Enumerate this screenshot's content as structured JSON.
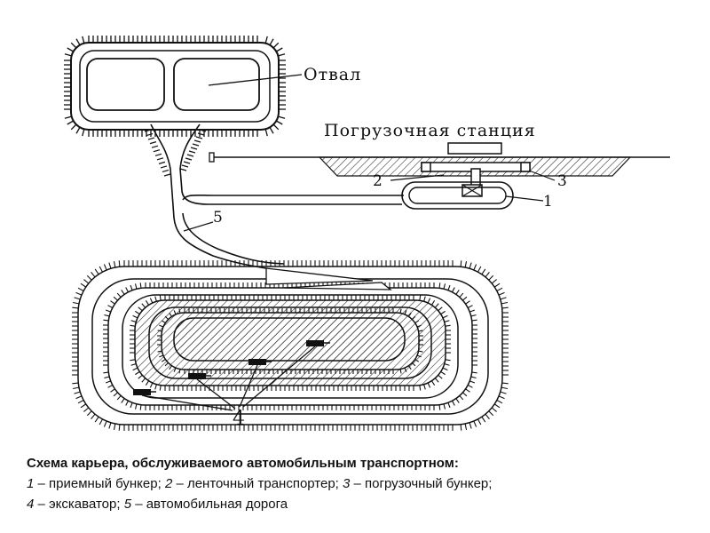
{
  "diagram": {
    "label_dump": "Отвал",
    "label_loading_station": "Погрузочная станция",
    "num_1": "1",
    "num_2": "2",
    "num_3": "3",
    "num_4": "4",
    "num_5": "5"
  },
  "caption": {
    "title": "Схема карьера, обслуживаемого автомобильным транспортном:",
    "line1": [
      {
        "n": "1",
        "t": " – приемный бункер; "
      },
      {
        "n": "2",
        "t": " – ленточный транспортер; "
      },
      {
        "n": "3",
        "t": " – погрузочный бункер;"
      }
    ],
    "line2": [
      {
        "n": "4",
        "t": " – экскаватор; "
      },
      {
        "n": "5",
        "t": " – автомобильная дорога"
      }
    ]
  }
}
